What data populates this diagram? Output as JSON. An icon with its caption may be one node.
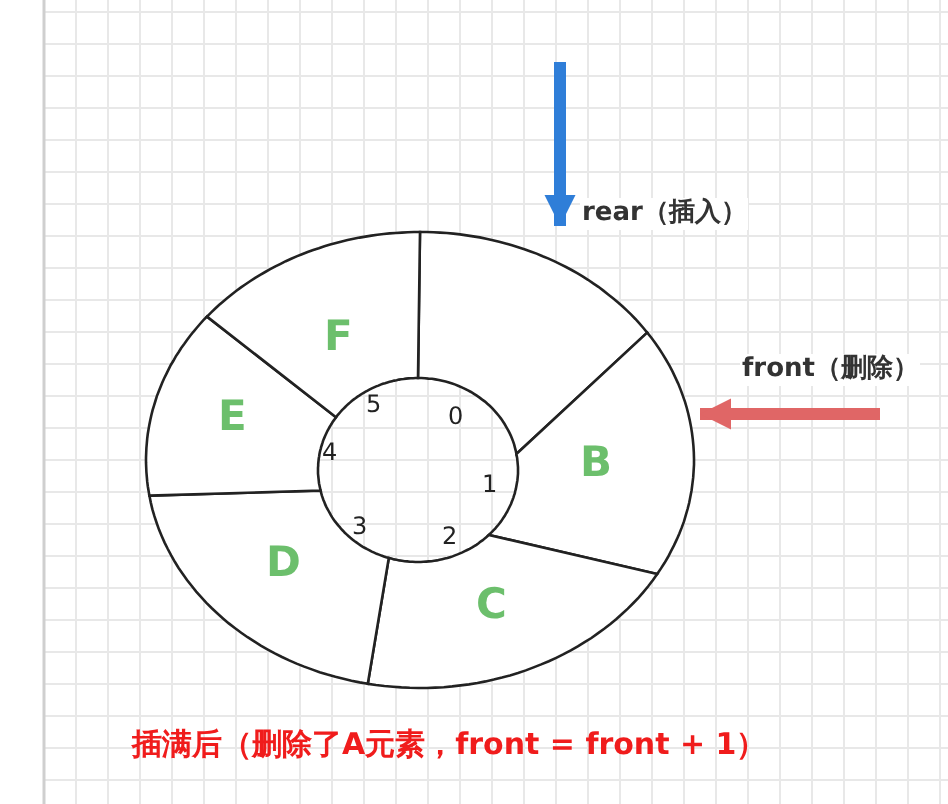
{
  "diagram": {
    "caption": "插满后（删除了A元素，front = front + 1）",
    "nodes": [
      {
        "text": [],
        "shape": "sector"
      },
      {
        "text": [
          "B"
        ]
      },
      {
        "text": [
          "C"
        ]
      },
      {
        "text": [
          "D"
        ]
      },
      {
        "text": [
          "E"
        ]
      },
      {
        "text": [
          "F"
        ]
      }
    ],
    "edges": [
      {
        "from": null,
        "to": 0,
        "arrow": "to",
        "label": "rear（插入）",
        "color": "#2f7ed8"
      },
      {
        "from": null,
        "to": 1,
        "arrow": "to",
        "label": "front（删除）",
        "color": "#e06666"
      }
    ],
    "labels": [
      "5",
      "0",
      "4",
      "1",
      "3",
      "2"
    ]
  }
}
